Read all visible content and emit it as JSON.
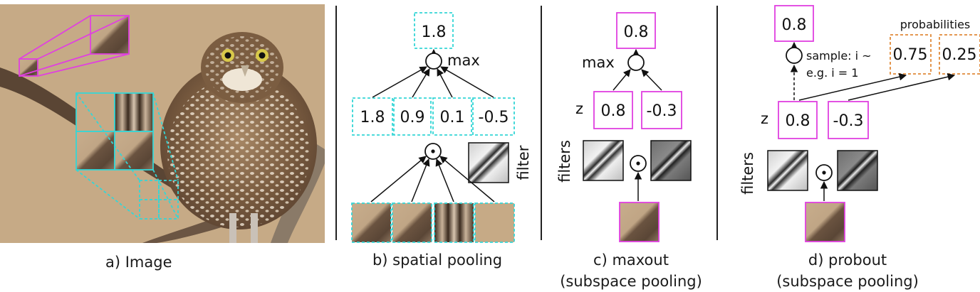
{
  "panels": {
    "a": {
      "caption": "a) Image"
    },
    "b": {
      "caption": "b) spatial pooling",
      "output": "1.8",
      "op": "max",
      "pool_values": [
        "1.8",
        "0.9",
        "0.1",
        "-0.5"
      ],
      "conv_symbol": "⊙",
      "filter_label": "filter"
    },
    "c": {
      "caption_line1": "c) maxout",
      "caption_line2": "(subspace pooling)",
      "output": "0.8",
      "op": "max",
      "z_label": "z",
      "z_values": [
        "0.8",
        "-0.3"
      ],
      "filters_label": "filters",
      "conv_symbol": "⊙"
    },
    "d": {
      "caption_line1": "d) probout",
      "caption_line2": "(subspace pooling)",
      "output": "0.8",
      "probabilities_label": "probabilities",
      "probabilities": [
        "0.75",
        "0.25"
      ],
      "sample_text": "sample: i ~",
      "example_text": "e.g. i = 1",
      "z_label": "z",
      "z_values": [
        "0.8",
        "-0.3"
      ],
      "filters_label": "filters",
      "conv_symbol": "⊙"
    }
  },
  "colors": {
    "magenta": "#e040e0",
    "cyan": "#35d6d6",
    "orange": "#e08a3a",
    "bg_tan": "#c6aa86"
  }
}
